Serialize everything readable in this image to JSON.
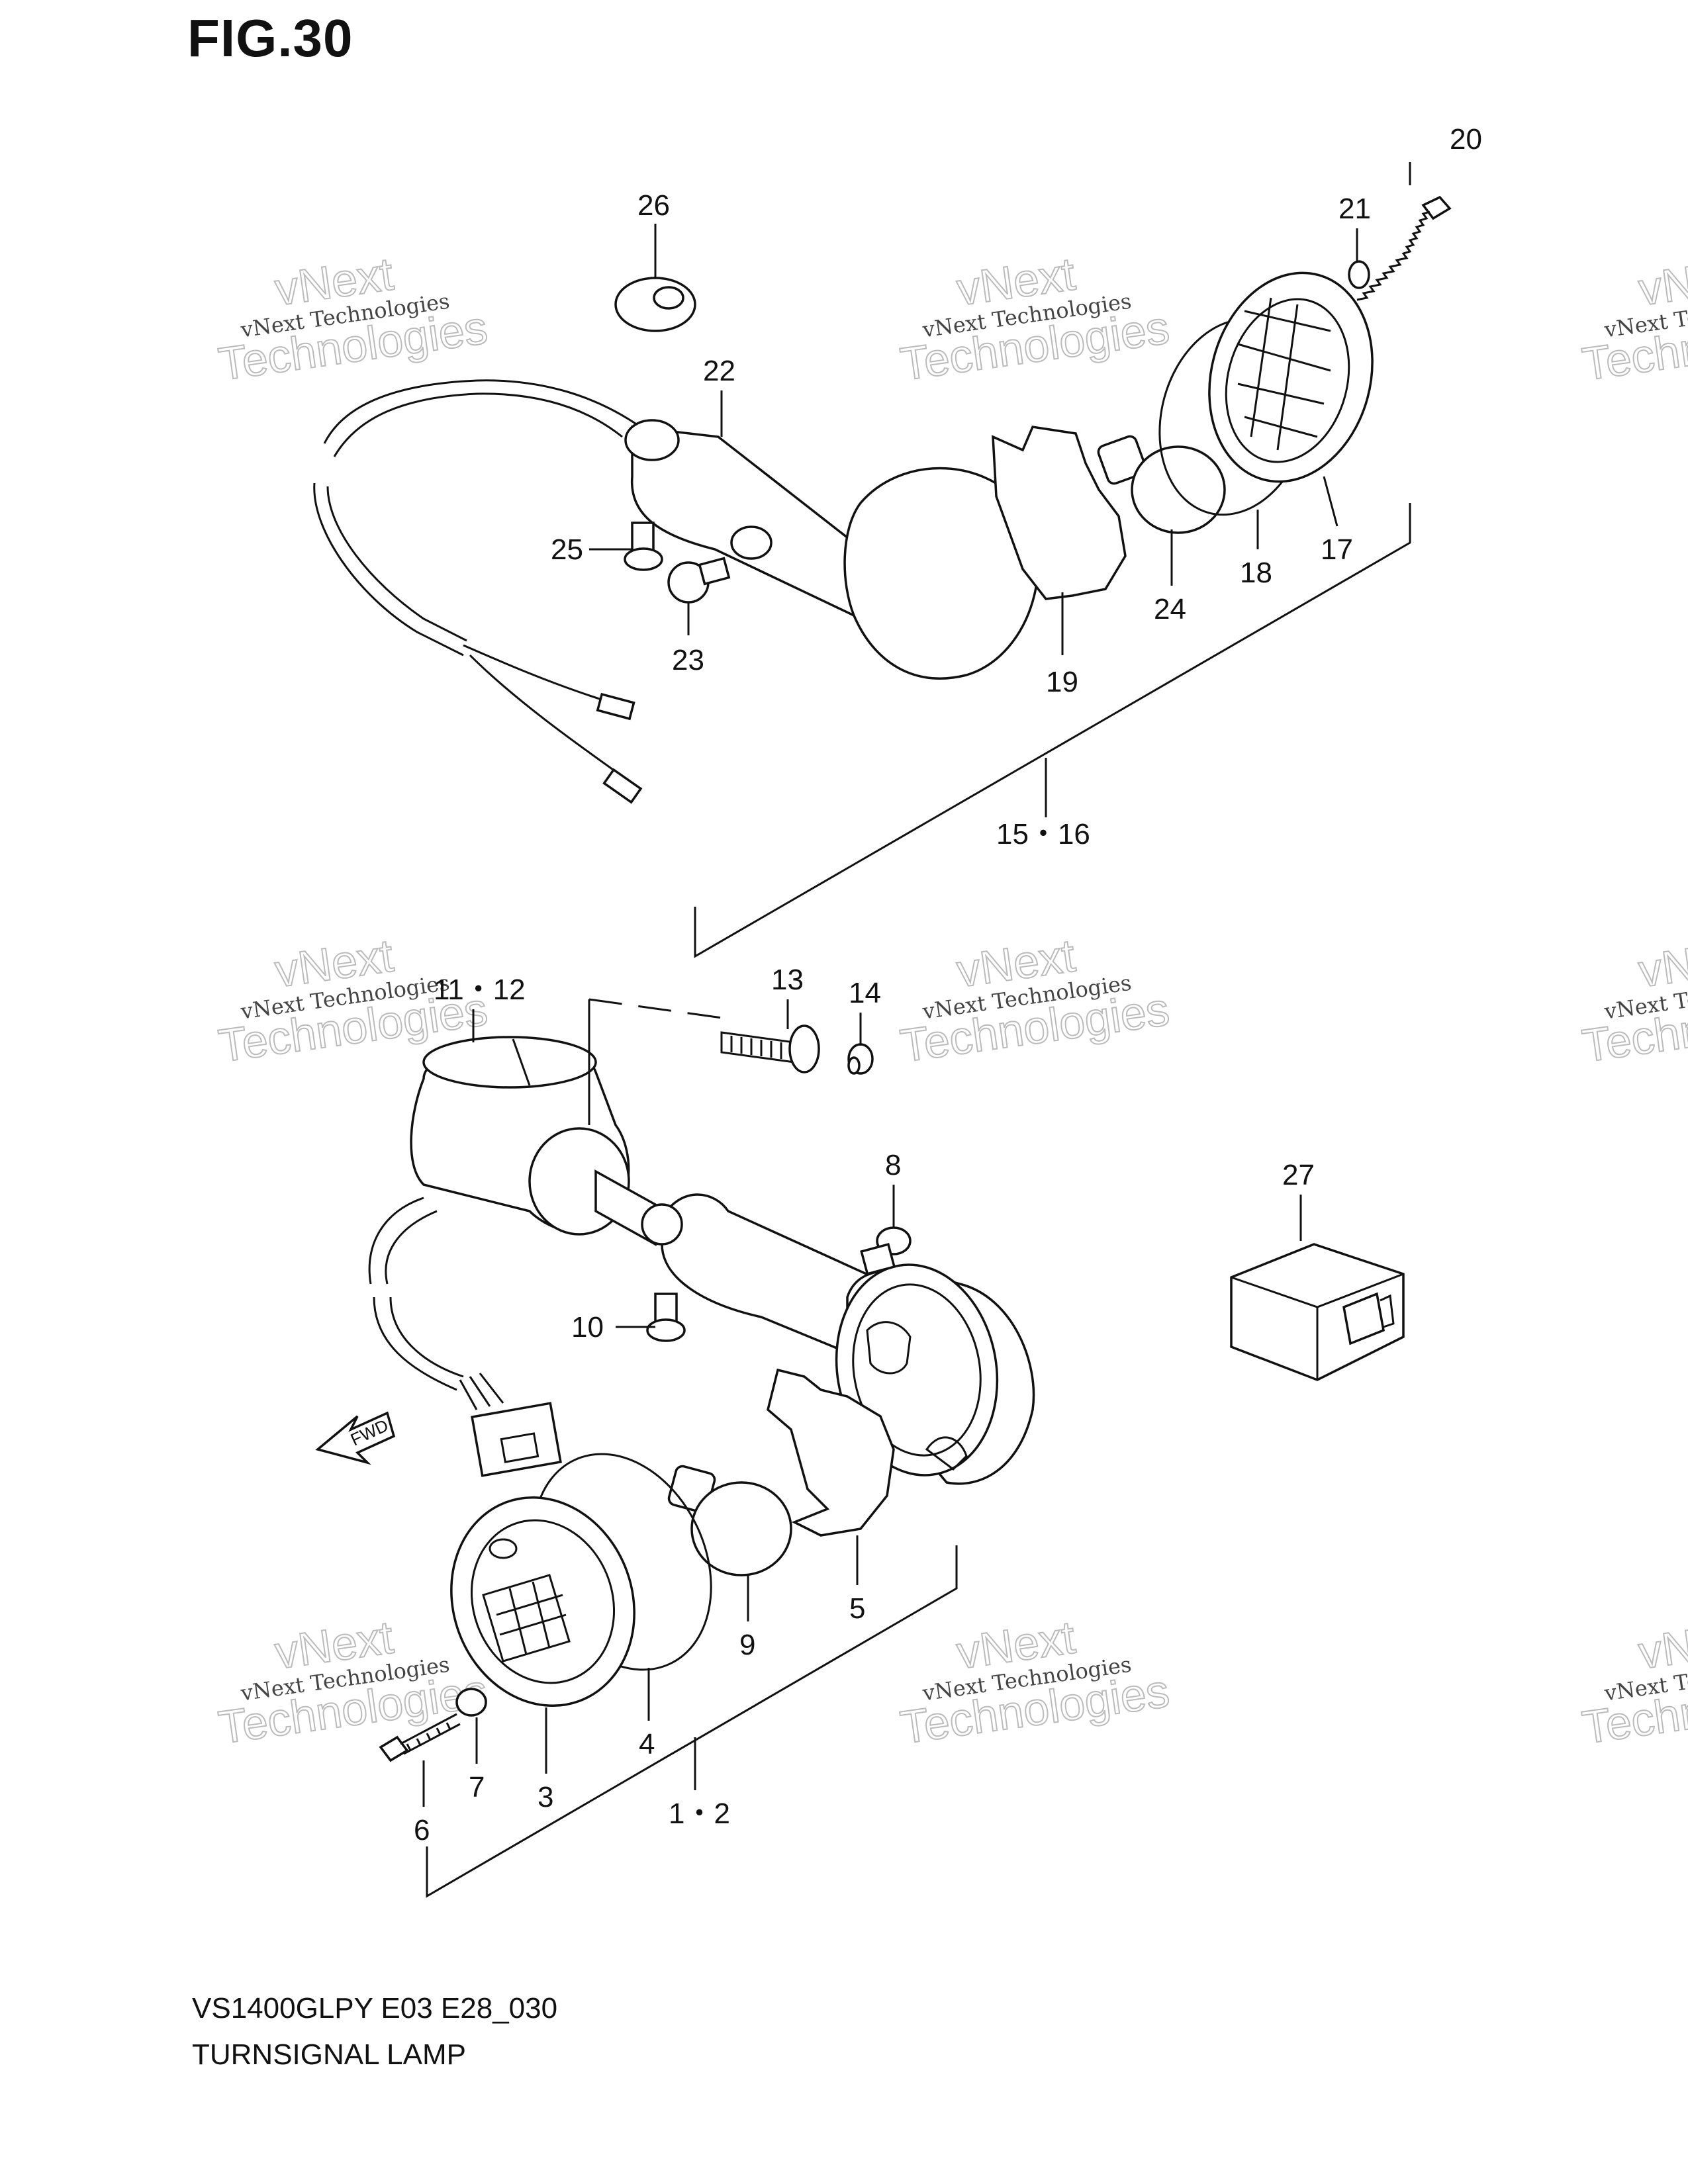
{
  "figure": {
    "title": "FIG.30",
    "model_code": "VS1400GLPY E03 E28_030",
    "name": "TURNSIGNAL LAMP"
  },
  "watermark": {
    "line1": "vNext Technologies",
    "line2": "vNext",
    "line3": "Technologies"
  },
  "fwd_label": "FWD",
  "labels": {
    "p20": "20",
    "p21": "21",
    "p26": "26",
    "p22": "22",
    "p25": "25",
    "p23": "23",
    "p19": "19",
    "p24": "24",
    "p18": "18",
    "p17": "17",
    "p1516": "15・16",
    "p1112": "11・12",
    "p13": "13",
    "p14": "14",
    "p8": "8",
    "p27": "27",
    "p10": "10",
    "p5": "5",
    "p9": "9",
    "p4": "4",
    "p3": "3",
    "p7": "7",
    "p6": "6",
    "p12": "1・2"
  }
}
